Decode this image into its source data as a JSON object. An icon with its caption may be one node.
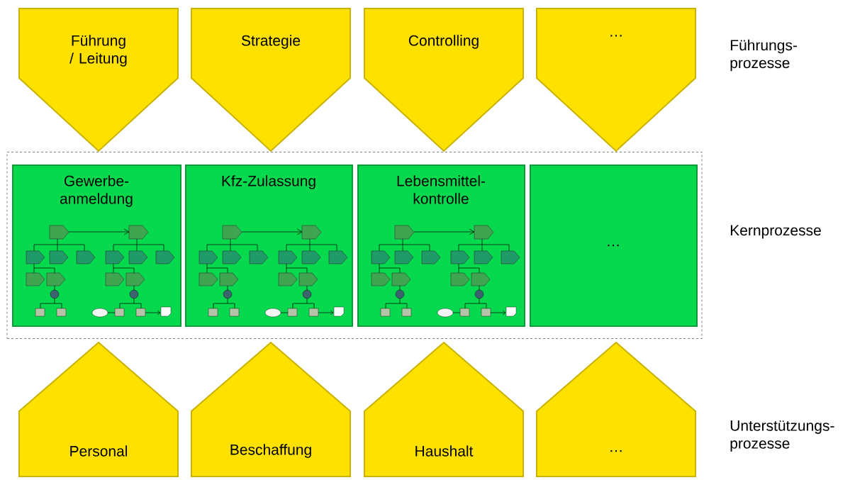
{
  "diagram": {
    "nodes": [
      {
        "text": [
          "Führung / Leitung"
        ]
      },
      {
        "text": [
          "Strategie"
        ]
      },
      {
        "text": [
          "Controlling"
        ]
      },
      {
        "text": [
          "…"
        ]
      },
      {
        "text": [],
        "shape": "box"
      },
      {
        "text": [
          "Gewerbe- anmeldung"
        ],
        "in": 4
      },
      {
        "text": [
          "Kfz-Zulassung"
        ],
        "in": 4
      },
      {
        "text": [
          "Lebensmittel- kontrolle"
        ],
        "in": 4
      },
      {
        "text": [
          "…"
        ],
        "in": 4
      },
      {
        "text": [
          "Personal"
        ]
      },
      {
        "text": [
          "Beschaffung"
        ]
      },
      {
        "text": [
          "Haushalt"
        ]
      },
      {
        "text": [
          "…"
        ]
      }
    ],
    "edges": [],
    "labels": [
      "Führungs- prozesse",
      "Kernprozesse",
      "Unterstützungs- prozesse"
    ]
  }
}
